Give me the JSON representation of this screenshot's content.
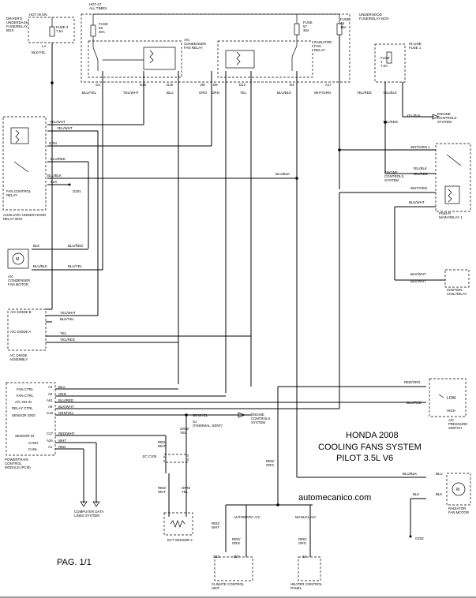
{
  "title": {
    "line1": "HONDA 2008",
    "line2": "COOLING FANS SYSTEM",
    "line3": "PILOT 3.5L V6"
  },
  "watermark": "automecanico.com",
  "page_label": "PAG. 1/1",
  "labels": {
    "hot_in_on": "HOT IN ON",
    "hot_at_all_times": "HOT AT\nALL TIMES",
    "drivers_box": "DRIVER'S\nUNDERDASH\nFUSE/RELAY\nBOX",
    "fuse3": "FUSE 3\n7.5A",
    "underhood_box": "UNDERHOOD\nFUSE/RELAY BOX",
    "fuse55": "FUSE\n55\n30A",
    "fuse57": "FUSE\n57\n30A",
    "fuse46": "FUSE\n46\n15A",
    "ac_condenser_fan_relay": "A/C\nCONDENSER\nFAN RELAY",
    "radiator_fan_relay": "RADIATOR\nFAN\nRELAY",
    "inline_fuse": "IN-LINE\nFUSE 1",
    "fuse1": "FUSE\n1\n7.5A",
    "fan_control_relay": "FAN CONTROL\nRELAY",
    "aux_box": "AUXILIARY UNDER-HOOD\nRELAY BOX",
    "ac_condenser_fan_motor": "A/C\nCONDENSER\nFAN MOTOR",
    "ac_diode_b": "A/C DIODE B",
    "ac_diode_a": "A/C DIODE A",
    "ac_diode_assembly": "A/C DIODE\nASSEMBLY",
    "ecm_ref_top": "ENGINE\nCONTROLS\nSYSTEM",
    "ecm_ref_mid": "ENGINE\nCONTROLS\nSYSTEM",
    "ecm_ref_pcm": "ENGINE\nCONTROLS\nSYSTEM",
    "pgm_fi_relay": "PGM-FI\nMAIN RELAY 1",
    "ignition_coil_relay": "IGNITION\nCOIL RELAY",
    "ac_pressure_switch": "A/C\nPRESSURE\nSWITCH",
    "low": "LOW",
    "high": "HIGH",
    "radiator_fan_motor": "RADIATOR\nFAN MOTOR",
    "pcm": "POWERTRAIN\nCONTROL\nMODULE (PCM)",
    "computer_data": "COMPUTER DATA\nLINES SYSTEM",
    "ect_sensor": "ECT SENSOR 1",
    "climate_control": "CLIMATE CONTROL\nUNIT",
    "heater_control": "HEATER CONTROL\nPANEL",
    "automatic_ac": "AUTOMATIC A/C",
    "manual_ac": "MANUAL A/C",
    "thermal_joint": "S1\n(THERMAL JOINT)",
    "jc": "J/C C105",
    "g201": "G201",
    "g202": "G202",
    "pcm_pins": [
      "FAN CTRL",
      "FAN CTRL",
      "A/C ON IN",
      "RELAY CTRL",
      "SENSOR GND",
      "SENSOR IN",
      "CANH",
      "CANL"
    ],
    "pcm_pin_ids": [
      "A4",
      "A5",
      "A61",
      "A6",
      "C16",
      "C27",
      "A26",
      "A1"
    ],
    "pcm_wires": [
      "BLU",
      "GRN",
      "BLU/RED",
      "BLK/WHT",
      "GRN/YEL",
      "RED/WHT",
      "WHT",
      "RED"
    ],
    "uh_pins": [
      "G4",
      "D16",
      "D15",
      "D8",
      "D9",
      "D12",
      "D3",
      "A17"
    ],
    "uh_wires": [
      "BLU/YEL",
      "YEL/WHT",
      "BLU",
      "GRN",
      "GRN",
      "YEL",
      "BLU/BLK",
      "WHT/GRN"
    ],
    "misc": {
      "la": "LA",
      "blk_yel": "BLK/YEL",
      "yel_red": "YEL/RED",
      "yel_blk": "YEL/BLK",
      "yel_blk2": "YEL/BLK",
      "yel_red2": "YEL/RED",
      "yel_wht": "YEL/WHT",
      "yel_wht2": "YEL/WHT",
      "grn": "GRN",
      "blu_red": "BLU/RED",
      "blu_blk": "BLU/BLK",
      "blk": "BLK",
      "blk_m": "BLK",
      "blu_red_m": "BLU/RED",
      "blu_blk_m": "BLU/BLK",
      "blu_yel_m": "BLU/YEL",
      "yel_wht_d": "YEL/WHT",
      "blk_yel_d": "BLK/YEL",
      "yel_d": "YEL",
      "yel_red_d": "YEL/RED",
      "wht_grn": "WHT/GRN 1",
      "wht_grn2": "WHT/GRN",
      "blk_wht": "BLK/WHT",
      "blk_wht2": "BLK/WHT",
      "blk_wht3": "BLK/WHT",
      "red_org": "RED/ORG",
      "blu_red2": "BLU/RED",
      "blu_blk2": "BLU/BLK",
      "blu": "BLU",
      "blk2": "BLK",
      "grn_yel": "GRN/YEL",
      "grn_yel_v": "GRN/\nYEL",
      "red_wht": "RED/\nWHT",
      "red_wht2": "RED/\nWHT",
      "red_org_v": "RED/\nORG",
      "red_org_v2": "RED/\nORG",
      "red_org_v3": "RED/\nORG",
      "red_wht_v": "RED/\nWHT",
      "blu_blk_top": "BLU/BLK",
      "s22": "S22",
      "b27": "B27",
      "p23": "23"
    }
  }
}
